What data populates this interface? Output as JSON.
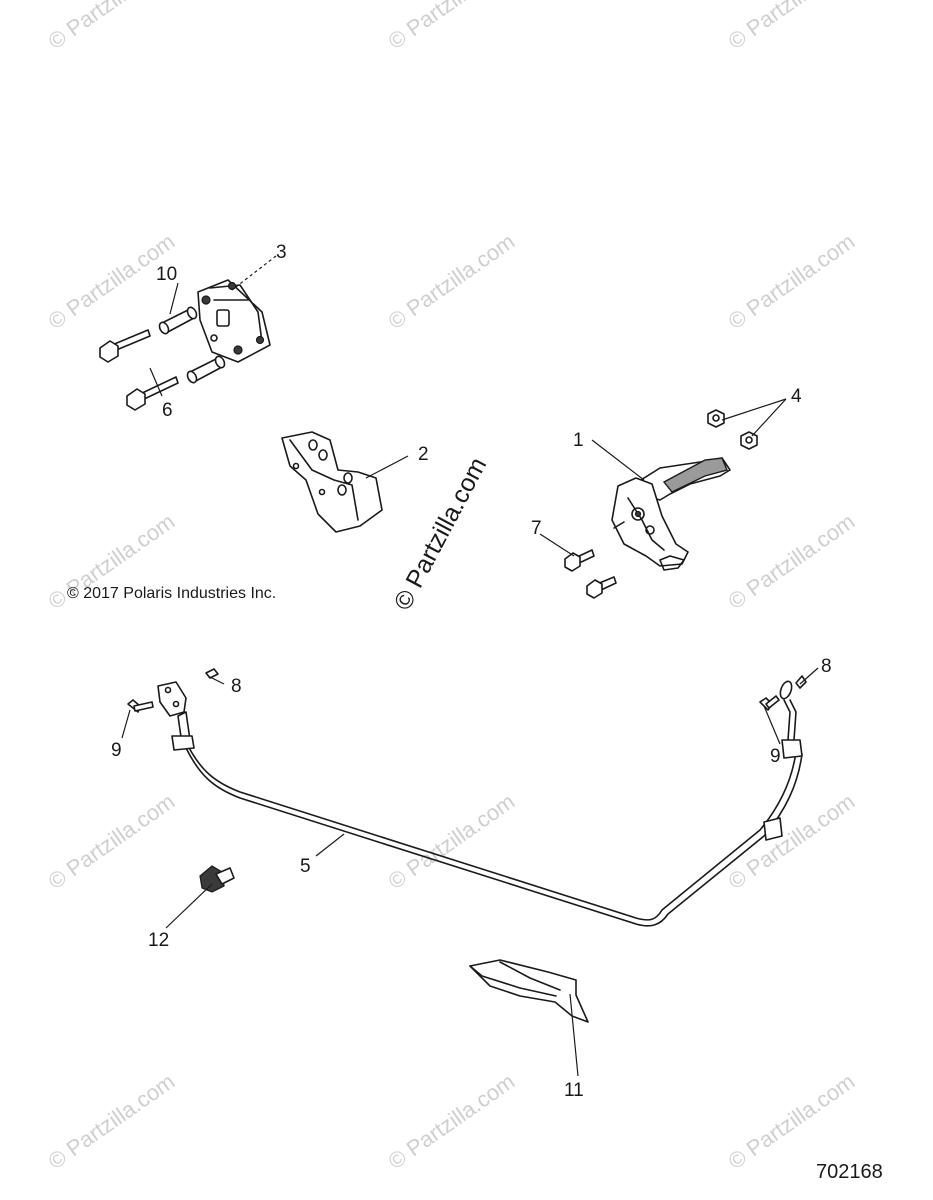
{
  "watermark": {
    "text": "© Partzilla.com",
    "center_text": "© Partzilla.com"
  },
  "copyright": "© 2017  Polaris Industries Inc.",
  "diagram_id": "702168",
  "callouts": {
    "c1": "1",
    "c2": "2",
    "c3": "3",
    "c4": "4",
    "c5": "5",
    "c6": "6",
    "c7": "7",
    "c8a": "8",
    "c8b": "8",
    "c9a": "9",
    "c9b": "9",
    "c10": "10",
    "c11": "11",
    "c12": "12"
  }
}
